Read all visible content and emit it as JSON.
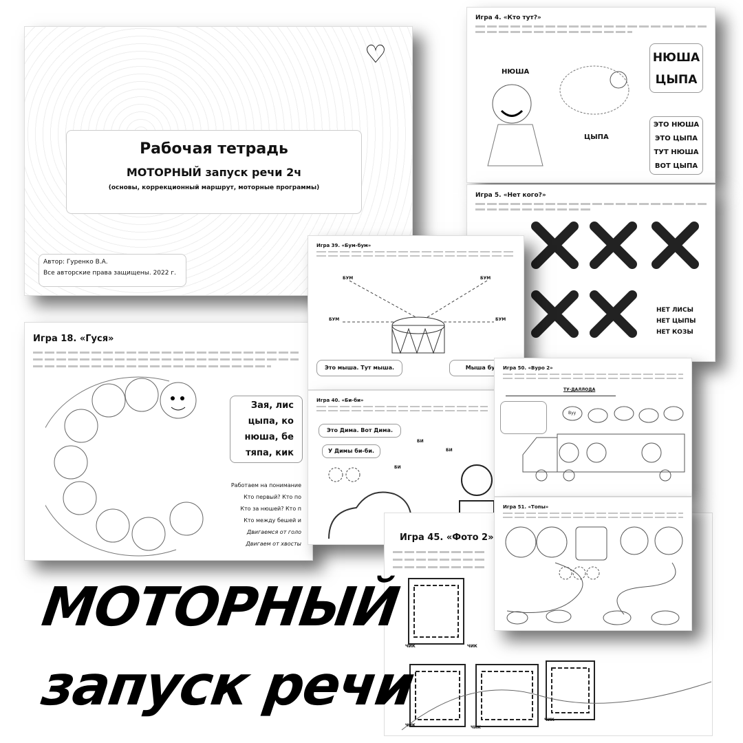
{
  "cover": {
    "title": "Рабочая тетрадь",
    "subtitle": "МОТОРНЫЙ запуск речи 2ч",
    "note": "(основы, коррекционный маршрут, моторные программы)",
    "author": "Автор: Гуренко В.А.",
    "rights": "Все авторские права защищены. 2022 г."
  },
  "game4": {
    "heading": "Игра 4. «Кто тут?»",
    "label1": "НЮША",
    "label2": "ЦЫПА",
    "box_big": [
      "НЮША",
      "ЦЫПА"
    ],
    "box_small": [
      "ЭТО НЮША",
      "ЭТО ЦЫПА",
      "ТУТ НЮША",
      "ВОТ ЦЫПА"
    ]
  },
  "game5": {
    "heading": "Игра 5. «Нет кого?»",
    "phrases": [
      "НЕТ ЛИСЫ",
      "НЕТ ЦЫПЫ",
      "НЕТ КОЗЫ"
    ]
  },
  "game18": {
    "heading": "Игра 18. «Гуся»",
    "box": [
      "Зая, лис",
      "цыпа, ко",
      "нюша, бе",
      "тяпа, кик"
    ],
    "questions": [
      "Работаем на понимание",
      "Кто первый? Кто по",
      "Кто за нюшей? Кто п",
      "Кто между бешей и",
      "Двигаемся от голо",
      "Двигаем от хвосты"
    ]
  },
  "game39": {
    "heading": "Игра 39. «Бум-бум»",
    "burst": "БУМ",
    "phrase1": "Это мыша. Тут мыша.",
    "phrase2": "Мыша бум-"
  },
  "game40": {
    "heading": "Игра 40. «Би-би»",
    "phrase1": "Это Дима. Вот Дима.",
    "phrase2": "У Димы би-би.",
    "burst": "БИ"
  },
  "game50": {
    "heading": "Игра 50. «Вуро 2»",
    "line": "ТУ-ДАЛЛОДА",
    "cloud": "Вуу"
  },
  "game51": {
    "heading": "Игра 51. «Топы»"
  },
  "game45": {
    "heading": "Игра 45. «Фото 2»",
    "burst": "ЧИК"
  },
  "banner": {
    "line1": "МОТОРНЫЙ",
    "line2": "запуск речи"
  }
}
